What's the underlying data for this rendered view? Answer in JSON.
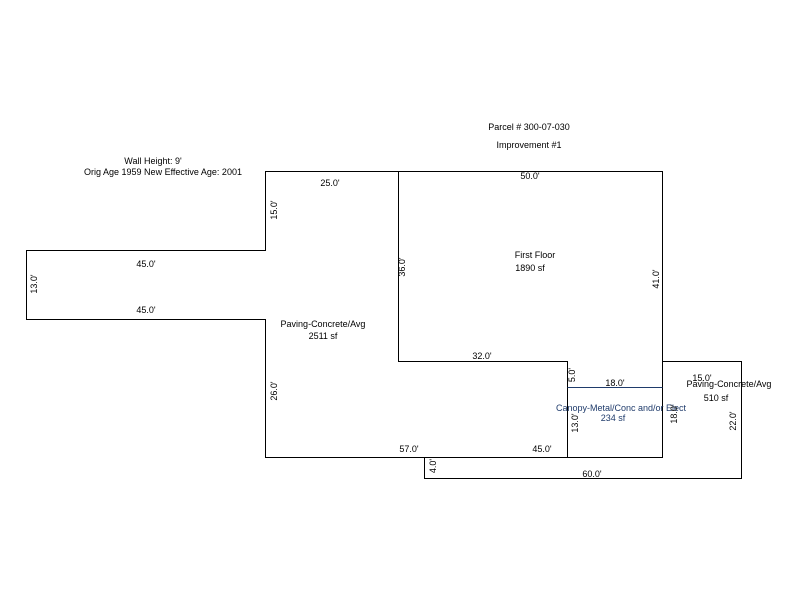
{
  "header": {
    "parcel": "Parcel # 300-07-030",
    "improvement": "Improvement #1",
    "wall_height": "Wall Height: 9'",
    "age_line": "Orig Age 1959 New Effective Age: 2001"
  },
  "areas": {
    "first_floor": {
      "name": "First Floor",
      "size": "1890 sf"
    },
    "paving_main": {
      "name": "Paving-Concrete/Avg",
      "size": "2511 sf"
    },
    "canopy": {
      "name": "Canopy-Metal/Conc and/or Elect",
      "size": "234 sf"
    },
    "paving_right": {
      "name": "Paving-Concrete/Avg",
      "size": "510 sf"
    }
  },
  "dims": {
    "d_25": "25.0'",
    "d_50": "50.0'",
    "d_15_left": "15.0'",
    "d_45_top": "45.0'",
    "d_45_bottom": "45.0'",
    "d_13_left": "13.0'",
    "d_36": "36.0'",
    "d_41": "41.0'",
    "d_32": "32.0'",
    "d_5": "5.0'",
    "d_18_h": "18.0'",
    "d_18_v": "18.0'",
    "d_15_right": "15.0'",
    "d_26": "26.0'",
    "d_13_canopy": "13.0'",
    "d_22": "22.0'",
    "d_57": "57.0'",
    "d_45_mid": "45.0'",
    "d_4": "4.0'",
    "d_60": "60.0'"
  },
  "colors": {
    "line": "#000000",
    "canopy": "#1f3b6b"
  }
}
